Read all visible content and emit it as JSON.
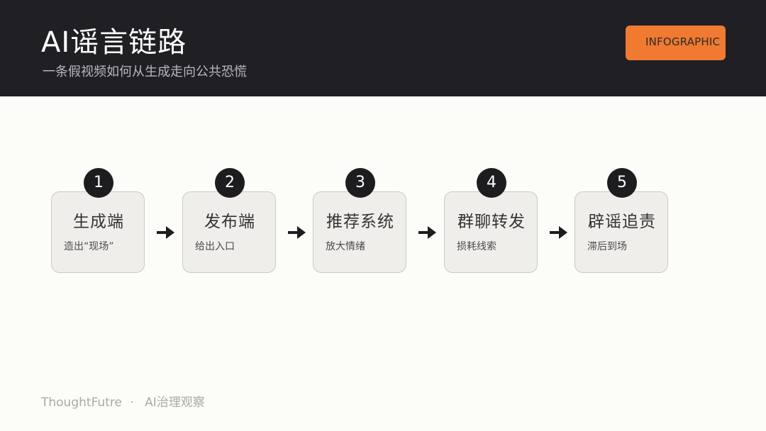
{
  "header": {
    "title": "AI谣言链路",
    "subtitle": "一条假视频如何从生成走向公共恐慌",
    "badge": "INFOGRAPHIC"
  },
  "steps": [
    {
      "number": "1",
      "title": "生成端",
      "subtitle": "造出“现场”"
    },
    {
      "number": "2",
      "title": "发布端",
      "subtitle": "给出入口"
    },
    {
      "number": "3",
      "title": "推荐系统",
      "subtitle": "放大情绪"
    },
    {
      "number": "4",
      "title": "群聊转发",
      "subtitle": "损耗线索"
    },
    {
      "number": "5",
      "title": "辟谣追责",
      "subtitle": "滞后到场"
    }
  ],
  "footer": {
    "brand": "ThoughtFutre",
    "separator": "·",
    "section": "AI治理观察"
  },
  "colors": {
    "header_bg": "#1f1f24",
    "badge_bg": "#ef7a30",
    "card_bg": "#efeeeb",
    "number_bg": "#1d1d20",
    "page_bg": "#fcfcf8"
  }
}
